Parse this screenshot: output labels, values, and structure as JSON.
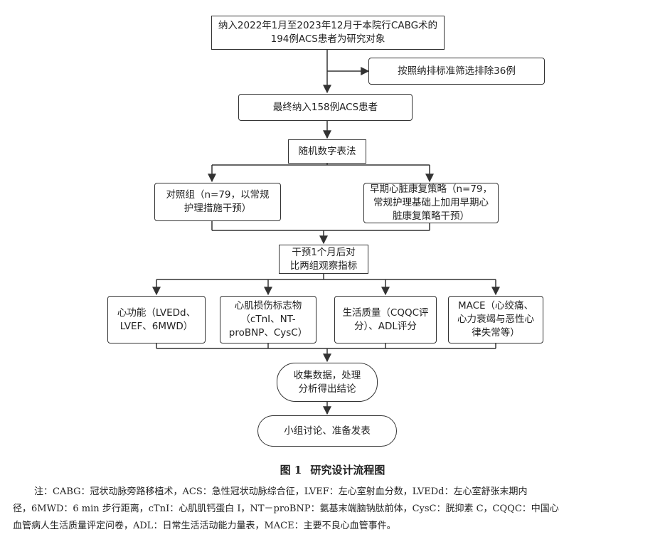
{
  "nodes": {
    "enroll": [
      "纳入2022年1月至2023年12月于本院行CABG术的",
      "194例ACS患者为研究对象"
    ],
    "exclude": [
      "按照纳排标准筛选排除36例"
    ],
    "final": [
      "最终纳入158例ACS患者"
    ],
    "random": [
      "随机数字表法"
    ],
    "control": [
      "对照组（n=79，以常规",
      "护理措施干预）"
    ],
    "early": [
      "早期心脏康复策略（n=79，",
      "常规护理基础上加用早期心",
      "脏康复策略干预）"
    ],
    "compare": [
      "干预1个月后对",
      "比两组观察指标"
    ],
    "cardiac": [
      "心功能（LVEDd、",
      "LVEF、6MWD）"
    ],
    "injury": [
      "心肌损伤标志物",
      "（cTnI、NT-",
      "proBNP、CysC）"
    ],
    "quality": [
      "生活质量（CQQC评",
      "分）、ADL评分"
    ],
    "mace": [
      "MACE（心绞痛、",
      "心力衰竭与恶性心",
      "律失常等）"
    ],
    "collect": [
      "收集数据，处理",
      "分析得出结论"
    ],
    "discuss": [
      "小组讨论、准备发表"
    ]
  },
  "caption": {
    "number": "图 1",
    "title": "研究设计流程图"
  },
  "note": [
    "注：CABG：冠状动脉旁路移植术，ACS：急性冠状动脉综合征，LVEF：左心室射血分数，LVEDd：左心室舒张末期内",
    "径，6MWD：6 min 步行距离，cTnI：心肌肌钙蛋白 I，NT－proBNP：氨基末端脑钠肽前体，CysC：胱抑素 C，CQQC：中国心",
    "血管病人生活质量评定问卷，ADL：日常生活活动能力量表，MACE：主要不良心血管事件。"
  ]
}
